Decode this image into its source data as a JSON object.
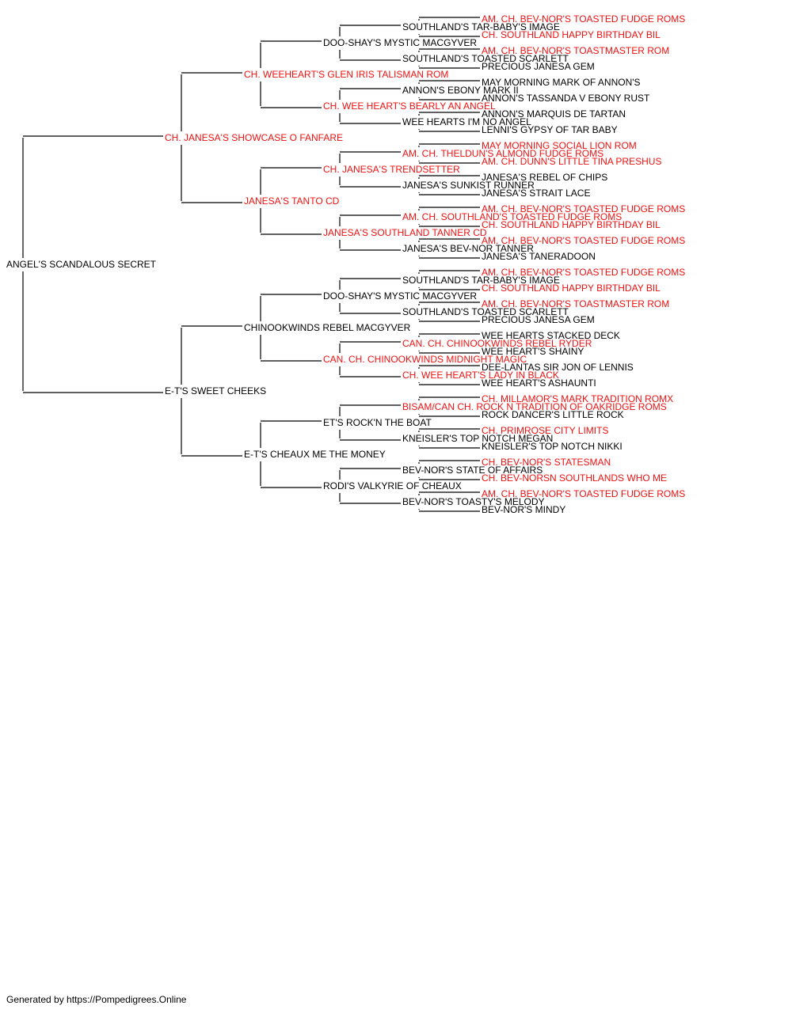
{
  "colors": {
    "champion": "#ee1111",
    "regular": "#000000",
    "line": "#000000"
  },
  "pedigree": {
    "name": "ANGEL'S SCANDALOUS SECRET",
    "champion": false,
    "sire": {
      "name": "CH. JANESA'S SHOWCASE O FANFARE",
      "champion": true,
      "sire": {
        "name": "CH. WEEHEART'S GLEN IRIS TALISMAN ROM",
        "champion": true,
        "sire": {
          "name": "DOO-SHAY'S MYSTIC MACGYVER",
          "champion": false,
          "sire": {
            "name": "SOUTHLAND'S TAR-BABY'S IMAGE",
            "champion": false,
            "sire": {
              "name": "AM. CH. BEV-NOR'S TOASTED FUDGE ROMS",
              "champion": true
            },
            "dam": {
              "name": "CH. SOUTHLAND HAPPY BIRTHDAY BIL",
              "champion": true
            }
          },
          "dam": {
            "name": "SOUTHLAND'S TOASTED SCARLETT",
            "champion": false,
            "sire": {
              "name": "AM. CH. BEV-NOR'S TOASTMASTER ROM",
              "champion": true
            },
            "dam": {
              "name": "PRECIOUS JANESA GEM",
              "champion": false
            }
          }
        },
        "dam": {
          "name": "CH. WEE HEART'S BEARLY AN ANGEL",
          "champion": true,
          "sire": {
            "name": "ANNON'S EBONY MARK II",
            "champion": false,
            "sire": {
              "name": "MAY MORNING MARK OF ANNON'S",
              "champion": false
            },
            "dam": {
              "name": "ANNON'S TASSANDA V EBONY RUST",
              "champion": false
            }
          },
          "dam": {
            "name": "WEE HEARTS I'M NO ANGEL",
            "champion": false,
            "sire": {
              "name": "ANNON'S MARQUIS DE TARTAN",
              "champion": false
            },
            "dam": {
              "name": "LENNI'S GYPSY OF TAR BABY",
              "champion": false
            }
          }
        }
      },
      "dam": {
        "name": "JANESA'S TANTO CD",
        "champion": true,
        "sire": {
          "name": "CH. JANESA'S TRENDSETTER",
          "champion": true,
          "sire": {
            "name": "AM. CH. THELDUN'S ALMOND FUDGE ROMS",
            "champion": true,
            "sire": {
              "name": "MAY MORNING SOCIAL LION ROM",
              "champion": true
            },
            "dam": {
              "name": "AM. CH. DUNN'S LITTLE TINA PRESHUS",
              "champion": true
            }
          },
          "dam": {
            "name": "JANESA'S SUNKIST RUNNER",
            "champion": false,
            "sire": {
              "name": "JANESA'S REBEL OF CHIPS",
              "champion": false
            },
            "dam": {
              "name": "JANESA'S STRAIT LACE",
              "champion": false
            }
          }
        },
        "dam": {
          "name": "JANESA'S SOUTHLAND TANNER CD",
          "champion": true,
          "sire": {
            "name": "AM. CH. SOUTHLAND'S TOASTED FUDGE ROMS",
            "champion": true,
            "sire": {
              "name": "AM. CH. BEV-NOR'S TOASTED FUDGE ROMS",
              "champion": true
            },
            "dam": {
              "name": "CH. SOUTHLAND HAPPY BIRTHDAY BIL",
              "champion": true
            }
          },
          "dam": {
            "name": "JANESA'S BEV-NOR TANNER",
            "champion": false,
            "sire": {
              "name": "AM. CH. BEV-NOR'S TOASTED FUDGE ROMS",
              "champion": true
            },
            "dam": {
              "name": "JANESA'S TANERADOON",
              "champion": false
            }
          }
        }
      }
    },
    "dam": {
      "name": "E-T'S SWEET CHEEKS",
      "champion": false,
      "sire": {
        "name": "CHINOOKWINDS REBEL MACGYVER",
        "champion": false,
        "sire": {
          "name": "DOO-SHAY'S MYSTIC MACGYVER",
          "champion": false,
          "sire": {
            "name": "SOUTHLAND'S TAR-BABY'S IMAGE",
            "champion": false,
            "sire": {
              "name": "AM. CH. BEV-NOR'S TOASTED FUDGE ROMS",
              "champion": true
            },
            "dam": {
              "name": "CH. SOUTHLAND HAPPY BIRTHDAY BIL",
              "champion": true
            }
          },
          "dam": {
            "name": "SOUTHLAND'S TOASTED SCARLETT",
            "champion": false,
            "sire": {
              "name": "AM. CH. BEV-NOR'S TOASTMASTER ROM",
              "champion": true
            },
            "dam": {
              "name": "PRECIOUS JANESA GEM",
              "champion": false
            }
          }
        },
        "dam": {
          "name": "CAN. CH. CHINOOKWINDS MIDNIGHT MAGIC",
          "champion": true,
          "sire": {
            "name": "CAN. CH. CHINOOKWINDS REBEL RYDER",
            "champion": true,
            "sire": {
              "name": "WEE HEARTS STACKED DECK",
              "champion": false
            },
            "dam": {
              "name": "WEE HEART'S SHAINY",
              "champion": false
            }
          },
          "dam": {
            "name": "CH. WEE HEART'S LADY IN BLACK",
            "champion": true,
            "sire": {
              "name": "DEE-LANTAS SIR JON OF LENNIS",
              "champion": false
            },
            "dam": {
              "name": "WEE HEART'S ASHAUNTI",
              "champion": false
            }
          }
        }
      },
      "dam": {
        "name": "E-T'S CHEAUX ME THE MONEY",
        "champion": false,
        "sire": {
          "name": "ET'S ROCK'N THE BOAT",
          "champion": false,
          "sire": {
            "name": "BISAM/CAN CH. ROCK N TRADITION OF OAKRIDGE ROMS",
            "champion": true,
            "sire": {
              "name": "CH. MILLAMOR'S MARK TRADITION ROMX",
              "champion": true
            },
            "dam": {
              "name": "ROCK DANCER'S LITTLE ROCK",
              "champion": false
            }
          },
          "dam": {
            "name": "KNEISLER'S TOP NOTCH MEGAN",
            "champion": false,
            "sire": {
              "name": "CH. PRIMROSE CITY LIMITS",
              "champion": true
            },
            "dam": {
              "name": "KNEISLER'S TOP NOTCH NIKKI",
              "champion": false
            }
          }
        },
        "dam": {
          "name": "RODI'S VALKYRIE OF CHEAUX",
          "champion": false,
          "sire": {
            "name": "BEV-NOR'S STATE OF AFFAIRS",
            "champion": false,
            "sire": {
              "name": "CH. BEV-NOR'S STATESMAN",
              "champion": true
            },
            "dam": {
              "name": "CH. BEV-NORSN SOUTHLANDS WHO ME",
              "champion": true
            }
          },
          "dam": {
            "name": "BEV-NOR'S TOASTY'S MELODY",
            "champion": false,
            "sire": {
              "name": "AM. CH. BEV-NOR'S TOASTED FUDGE ROMS",
              "champion": true
            },
            "dam": {
              "name": "BEV-NOR'S MINDY",
              "champion": false
            }
          }
        }
      }
    }
  },
  "footer": {
    "text": "Generated by https://Pompedigrees.Online"
  }
}
